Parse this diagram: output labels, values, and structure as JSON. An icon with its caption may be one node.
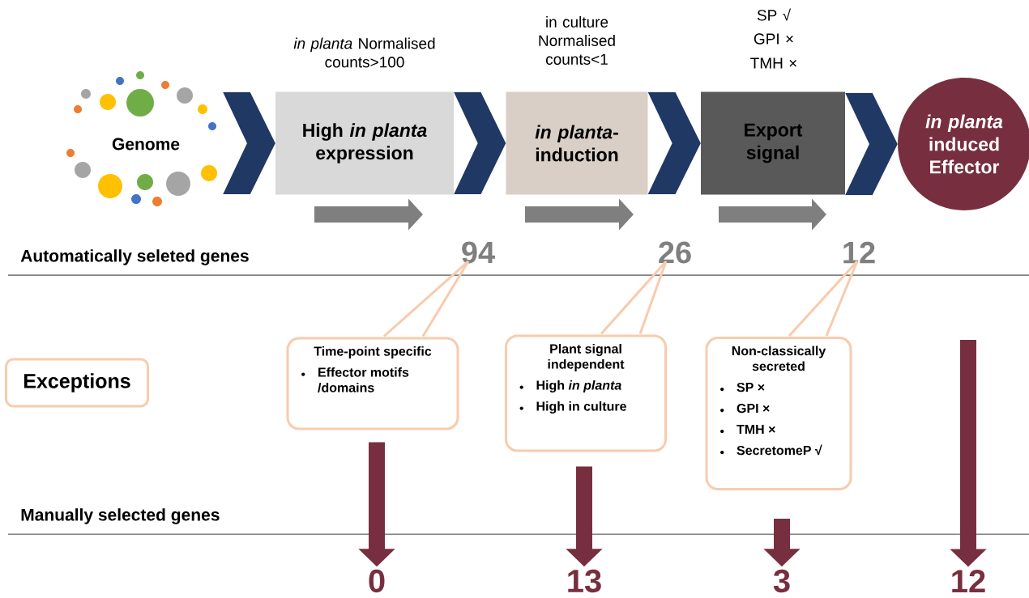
{
  "diagram": {
    "nodes": [
      {
        "text": [
          "Genome"
        ]
      },
      {
        "text": [
          "High *in planta* expression"
        ],
        "beside": [
          "*in planta* Normalised counts>100"
        ]
      },
      {
        "text": [
          "*in planta*-induction"
        ],
        "beside": [
          "in culture Normalised counts<1"
        ]
      },
      {
        "text": [
          "Export signal"
        ],
        "beside": [
          "SP √",
          "GPI ×",
          "TMH ×"
        ]
      },
      {
        "text": [
          "*in planta* induced Effector"
        ]
      },
      {
        "text": [
          "94"
        ]
      },
      {
        "text": [
          "26"
        ]
      },
      {
        "text": [
          "12"
        ]
      },
      {
        "text": [
          "Exceptions"
        ]
      },
      {
        "text": [
          "Time-point specific",
          "Effector motifs /domains"
        ]
      },
      {
        "text": [
          "Plant signal independent",
          "High *in planta*",
          "High in culture"
        ]
      },
      {
        "text": [
          "Non-classically secreted",
          "SP ×",
          "GPI ×",
          "TMH ×",
          "SecretomeP √"
        ]
      },
      {
        "text": [
          "0"
        ]
      },
      {
        "text": [
          "13"
        ]
      },
      {
        "text": [
          "3"
        ]
      },
      {
        "text": [
          "12"
        ]
      }
    ],
    "edges": [
      {
        "from": 0,
        "to": 1,
        "arrow": "to",
        "color": "#203864"
      },
      {
        "from": 1,
        "to": 2,
        "arrow": "to",
        "color": "#203864"
      },
      {
        "from": 2,
        "to": 3,
        "arrow": "to",
        "color": "#203864"
      },
      {
        "from": 3,
        "to": 4,
        "arrow": "to",
        "color": "#203864"
      },
      {
        "from": 9,
        "to": 5,
        "arrow": "none",
        "color": "#f8cbad"
      },
      {
        "from": 10,
        "to": 6,
        "arrow": "none",
        "color": "#f8cbad"
      },
      {
        "from": 11,
        "to": 7,
        "arrow": "none",
        "color": "#f8cbad"
      },
      {
        "from": 9,
        "to": 12,
        "arrow": "to",
        "color": "#772f3f"
      },
      {
        "from": 10,
        "to": 13,
        "arrow": "to",
        "color": "#772f3f"
      },
      {
        "from": 11,
        "to": 14,
        "arrow": "to",
        "color": "#772f3f"
      },
      {
        "from": null,
        "to": 15,
        "arrow": "to",
        "color": "#772f3f"
      }
    ],
    "labels": [
      "Automatically seleted genes",
      "Manually selected genes"
    ]
  }
}
